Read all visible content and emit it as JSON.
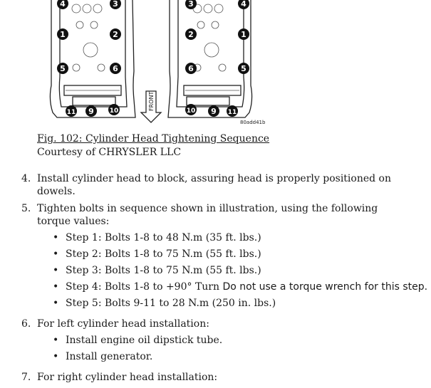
{
  "figure": {
    "label_front": "FRONT",
    "code": "80add41b",
    "left_head_bolts": [
      "4",
      "3",
      "1",
      "2",
      "5",
      "6",
      "11",
      "9",
      "10"
    ],
    "right_head_bolts": [
      "3",
      "4",
      "2",
      "1",
      "6",
      "5",
      "10",
      "9",
      "11"
    ]
  },
  "caption": {
    "title": "Fig. 102: Cylinder Head Tightening Sequence",
    "courtesy": "Courtesy of CHRYSLER LLC"
  },
  "steps": [
    {
      "num": "4.",
      "lines": [
        "Install cylinder head to block, assuring head is properly positioned on",
        "dowels."
      ]
    },
    {
      "num": "5.",
      "lines": [
        "Tighten bolts in sequence shown in illustration, using the following",
        "torque values:"
      ],
      "sub": [
        "Step 1: Bolts 1-8 to 48 N.m (35 ft. lbs.)",
        "Step 2: Bolts 1-8 to 75 N.m (55 ft. lbs.)",
        "Step 3: Bolts 1-8 to 75 N.m (55 ft. lbs.)",
        "Step 5: Bolts 9-11 to 28 N.m (250 in. lbs.)"
      ],
      "step4_a": "Step 4: Bolts 1-8 to +90°  Turn ",
      "step4_b": "Do not use a torque wrench for this step."
    },
    {
      "num": "6.",
      "lines": [
        "For left cylinder head installation:"
      ],
      "sub": [
        "Install engine oil dipstick tube.",
        "Install generator."
      ]
    },
    {
      "num": "7.",
      "lines": [
        "For right cylinder head installation:"
      ]
    }
  ]
}
